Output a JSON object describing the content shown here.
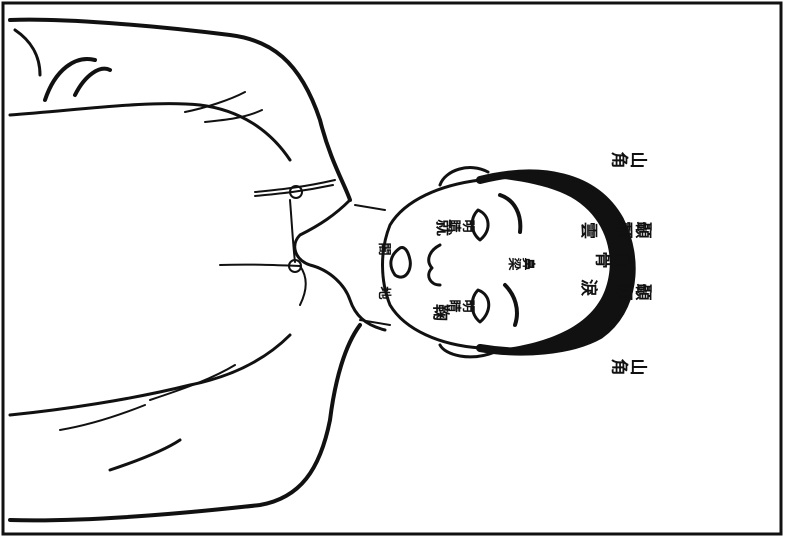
{
  "figure": {
    "subject": "face-reading chart of a boy in a buttoned jacket",
    "labels": {
      "shanjiao_top": "山角",
      "shanjiao_bottom": "山角",
      "eyebrow_top": "顳顬",
      "eyebrow_bottom": "顳顬",
      "forehead_top": "雲",
      "forehead_mid": "肉骨",
      "forehead_bottom": "淚",
      "nose": "鼻梁",
      "eye_top": "明睛",
      "eye_top_sub": "就",
      "eye_bottom": "明睛",
      "eye_bottom_sub": "鞠",
      "mouth_top": "閣",
      "mouth_bottom": "地"
    }
  }
}
